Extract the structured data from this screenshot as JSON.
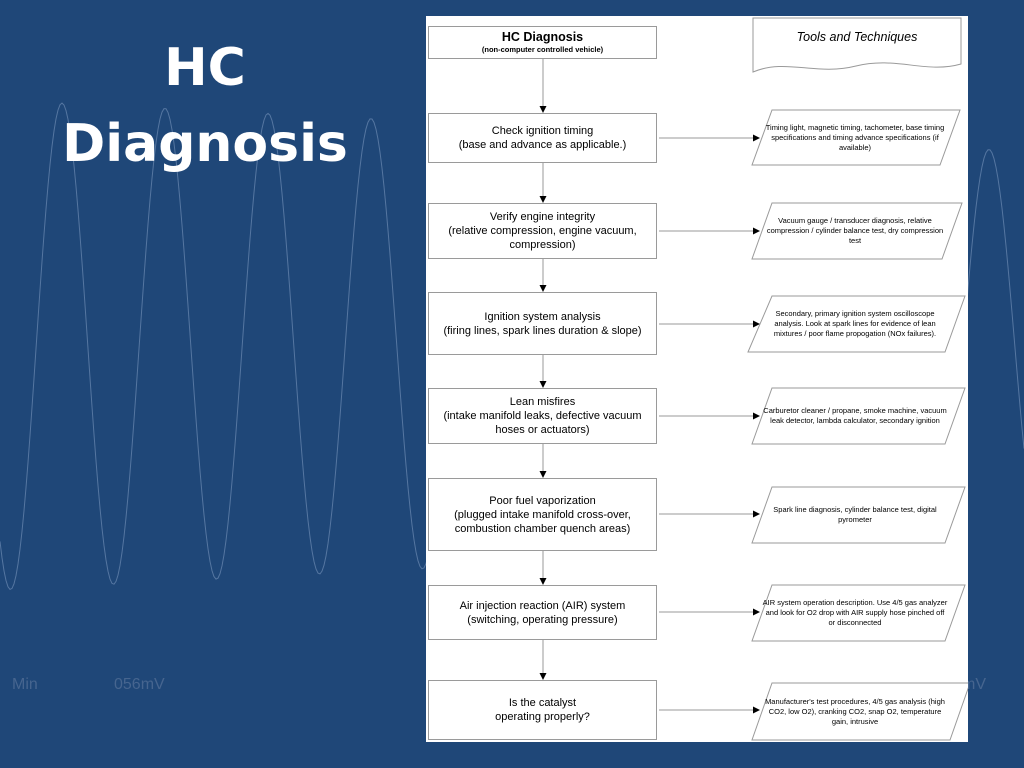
{
  "slide": {
    "title_lines": [
      "HC",
      "Diagnosis"
    ]
  },
  "background": {
    "left_label": "Min",
    "mid_label": "056mV",
    "right_label": "mV"
  },
  "colors": {
    "background": "#1f4778",
    "panel": "#ffffff",
    "line": "#999999",
    "text": "#000000"
  },
  "flowchart": {
    "header": {
      "title": "HC Diagnosis",
      "subtitle": "(non-computer controlled vehicle)"
    },
    "tools_heading": "Tools and Techniques",
    "steps": [
      {
        "lines": [
          "Check ignition timing",
          "(base and advance as applicable.)"
        ]
      },
      {
        "lines": [
          "Verify engine integrity",
          "(relative compression, engine vacuum,",
          "compression)"
        ]
      },
      {
        "lines": [
          "Ignition system analysis",
          "(firing lines, spark lines duration & slope)"
        ]
      },
      {
        "lines": [
          "Lean misfires",
          "(intake manifold leaks, defective vacuum",
          "hoses or actuators)"
        ]
      },
      {
        "lines": [
          "Poor fuel vaporization",
          "(plugged intake manifold cross-over,",
          "combustion chamber quench areas)"
        ]
      },
      {
        "lines": [
          "Air injection reaction (AIR) system",
          "(switching, operating pressure)"
        ]
      },
      {
        "lines": [
          "Is the catalyst",
          "operating properly?"
        ]
      }
    ],
    "tools": [
      "Timing light, magnetic timing, tachometer, base timing specifications and timing advance specifications (if available)",
      "Vacuum gauge / transducer diagnosis, relative compression / cylinder balance test,  dry compression test",
      "Secondary, primary ignition system oscilloscope analysis.  Look at spark lines for evidence of lean mixtures / poor flame propogation (NOx failures).",
      "Carburetor cleaner / propane, smoke machine, vacuum leak detector, lambda calculator, secondary ignition",
      "Spark line diagnosis, cylinder balance test, digital pyrometer",
      "AIR system operation description.  Use 4/5 gas analyzer and look for O2 drop with AIR supply hose pinched off or disconnected",
      "Manufacturer's test procedures, 4/5 gas analysis (high CO2, low O2), cranking CO2, snap O2, temperature gain, intrusive"
    ]
  }
}
